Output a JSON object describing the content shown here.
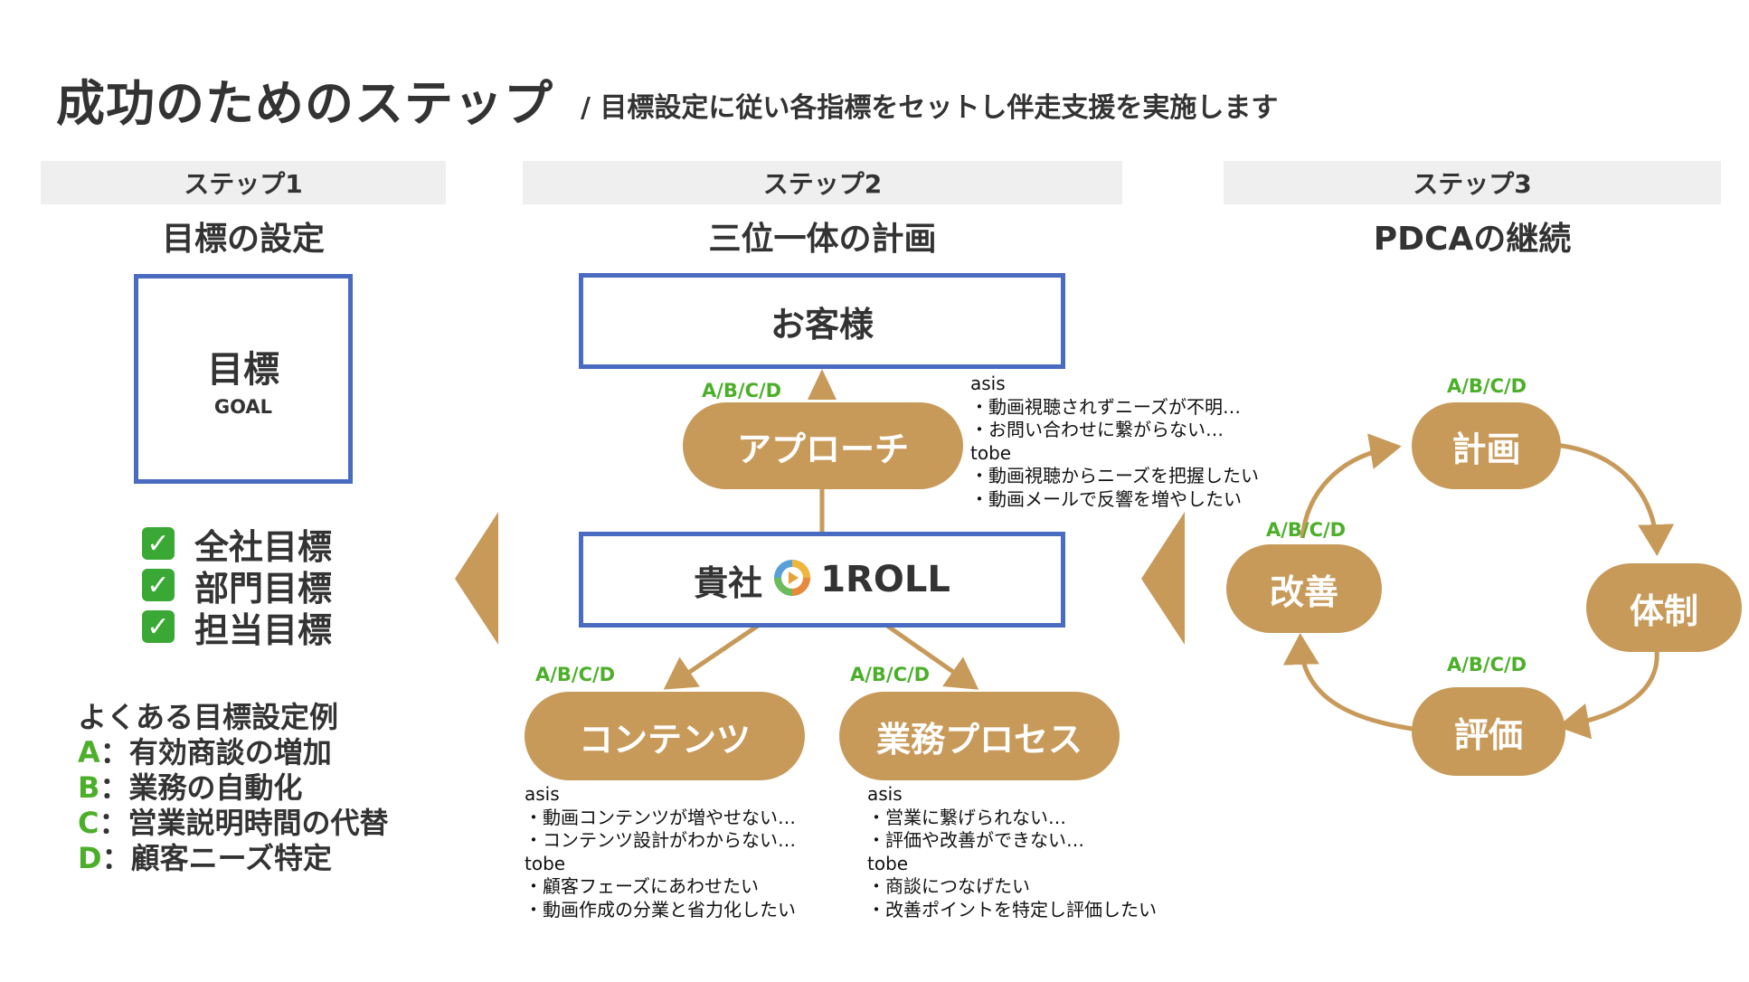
{
  "title": "成功のためのステップ",
  "subtitle": "/ 目標設定に従い各指標をセットし伴走支援を実施します",
  "colors": {
    "pill": "#c89a5a",
    "box_border": "#4a6cc0",
    "abcd": "#4caf2a",
    "header_bg": "#efefef"
  },
  "step1": {
    "header": "ステップ1",
    "subtitle": "目標の設定",
    "goal_main": "目標",
    "goal_sub": "GOAL",
    "checks": [
      "全社目標",
      "部門目標",
      "担当目標"
    ],
    "examples_title": "よくある目標設定例",
    "examples": [
      {
        "letter": "A",
        "text": "：有効商談の増加"
      },
      {
        "letter": "B",
        "text": "：業務の自動化"
      },
      {
        "letter": "C",
        "text": "：営業説明時間の代替"
      },
      {
        "letter": "D",
        "text": "：顧客ニーズ特定"
      }
    ]
  },
  "step2": {
    "header": "ステップ2",
    "subtitle": "三位一体の計画",
    "customer": "お客様",
    "company_prefix": "貴社",
    "company_logo_text": "1ROLL",
    "abcd": "A/B/C/D",
    "approach": "アプローチ",
    "contents": "コンテンツ",
    "process": "業務プロセス",
    "approach_note": [
      "asis",
      "・動画視聴されずニーズが不明…",
      "・お問い合わせに繋がらない…",
      "tobe",
      "・動画視聴からニーズを把握したい",
      "・動画メールで反響を増やしたい"
    ],
    "contents_note": [
      "asis",
      "・動画コンテンツが増やせない…",
      "・コンテンツ設計がわからない…",
      "tobe",
      "・顧客フェーズにあわせたい",
      "・動画作成の分業と省力化したい"
    ],
    "process_note": [
      "asis",
      "・営業に繋げられない…",
      "・評価や改善ができない…",
      "tobe",
      "・商談につなげたい",
      "・改善ポイントを特定し評価したい"
    ]
  },
  "step3": {
    "header": "ステップ3",
    "subtitle": "PDCAの継続",
    "abcd": "A/B/C/D",
    "plan": "計画",
    "system": "体制",
    "evaluate": "評価",
    "improve": "改善"
  }
}
